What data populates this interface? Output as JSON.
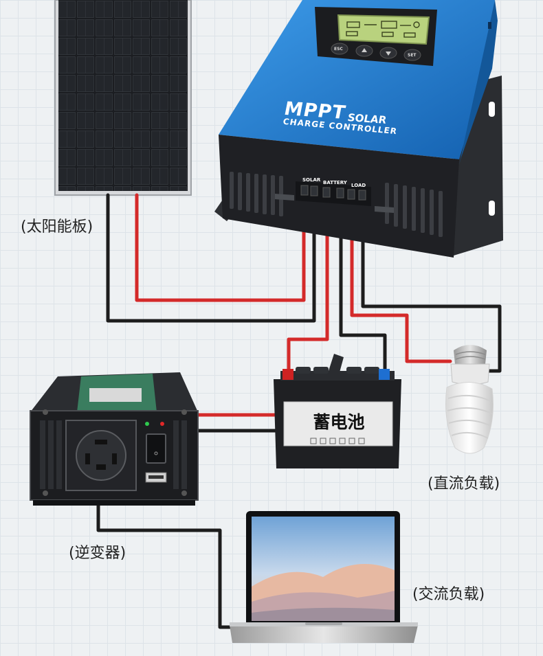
{
  "labels": {
    "solar_panel": "(太阳能板)",
    "dc_load": "(直流负载)",
    "inverter": "(逆变器)",
    "ac_load": "(交流负载)"
  },
  "battery": {
    "label": "蓄电池"
  },
  "controller": {
    "brand_main": "MPPT",
    "brand_sub": "SOLAR",
    "brand_sub2": "CHARGE CONTROLLER",
    "buttons": [
      "ESC",
      "SET"
    ],
    "terminals": [
      "SOLAR",
      "BATTERY",
      "LOAD"
    ]
  },
  "colors": {
    "positive_wire": "#d42a2a",
    "negative_wire": "#222222",
    "controller_blue": "#1f78c8"
  }
}
